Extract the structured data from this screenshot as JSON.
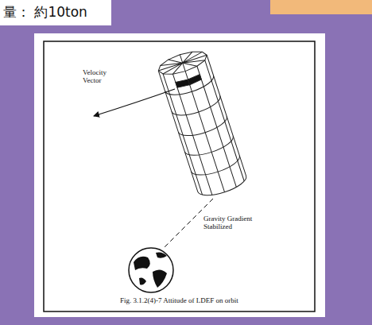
{
  "diagram": {
    "caption": "Fig. 3.1.2(4)-7 Attitude of LDEF on orbit",
    "labels": [
      "量： 約10ton",
      "Velocity Vector",
      "Gravity Gradient Stabilized"
    ]
  }
}
